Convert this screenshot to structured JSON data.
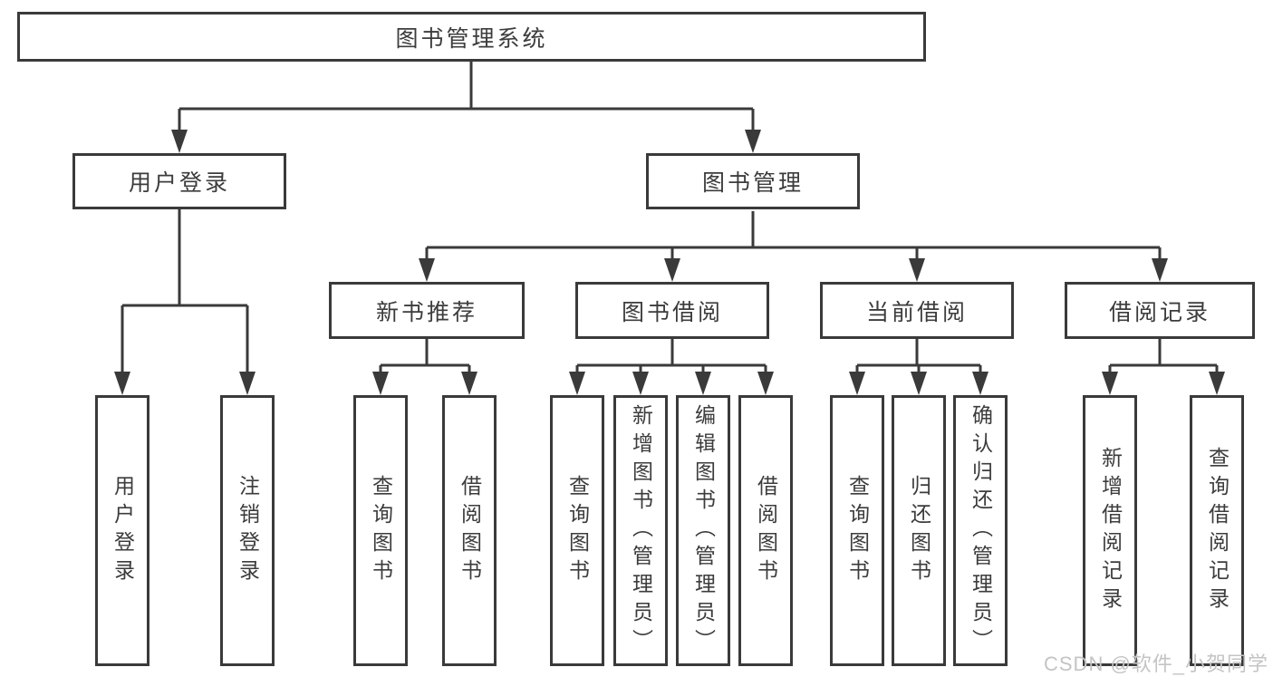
{
  "root": {
    "label": "图书管理系统"
  },
  "level2": [
    {
      "label": "用户登录"
    },
    {
      "label": "图书管理"
    }
  ],
  "level3": [
    {
      "label": "新书推荐"
    },
    {
      "label": "图书借阅"
    },
    {
      "label": "当前借阅"
    },
    {
      "label": "借阅记录"
    }
  ],
  "leaves": {
    "user_login": [
      "用户登录",
      "注销登录"
    ],
    "new_book": [
      "查询图书",
      "借阅图书"
    ],
    "book_borrow": [
      "查询图书",
      "新增图书（管理员）",
      "编辑图书（管理员）",
      "借阅图书"
    ],
    "current_borrow": [
      "查询图书",
      "归还图书",
      "确认归还（管理员）"
    ],
    "borrow_records": [
      "新增借阅记录",
      "查询借阅记录"
    ]
  },
  "watermark": "CSDN @软件_小贺同学",
  "colors": {
    "line": "#3a3a3a",
    "box_border": "#3a3a3a",
    "text": "#3c3c3c",
    "watermark": "#c4c4c4",
    "background": "#ffffff"
  }
}
